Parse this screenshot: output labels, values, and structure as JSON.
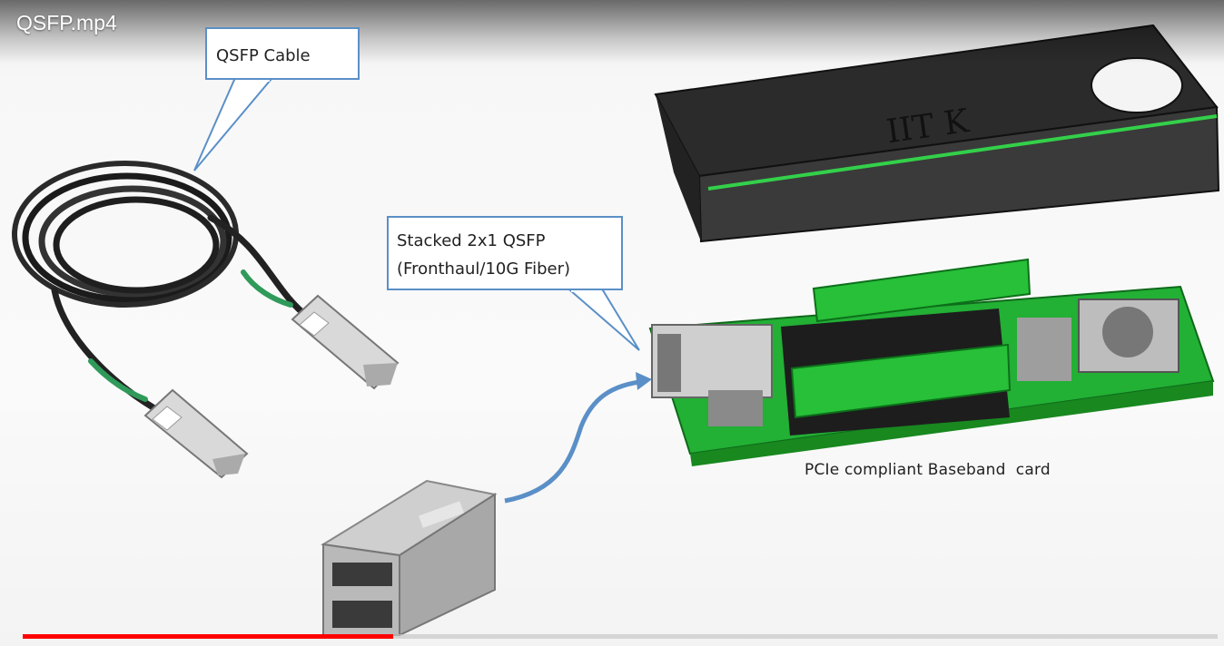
{
  "player": {
    "title": "QSFP.mp4",
    "progress_fraction": 0.31,
    "progress_color": "#ff0000"
  },
  "slide": {
    "callout_cable": {
      "line1": "QSFP Cable"
    },
    "callout_connector": {
      "line1": "Stacked 2x1 QSFP",
      "line2": "(Fronthaul/10G Fiber)"
    },
    "cover_label": "IIT K",
    "card_caption": "PCIe compliant Baseband  card",
    "accent_color": "#5b8fc7",
    "board_color": "#22b035"
  }
}
